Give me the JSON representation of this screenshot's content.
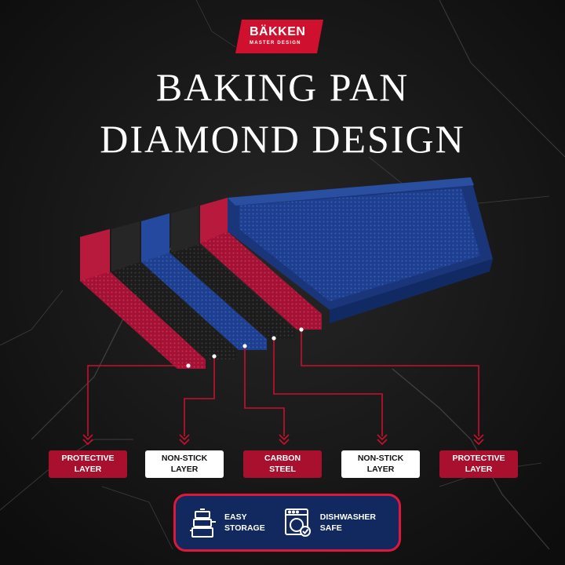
{
  "brand": {
    "name": "BÄKKEN",
    "tagline": "MASTER DESIGN"
  },
  "title": {
    "line1": "BAKING PAN",
    "line2": "DIAMOND DESIGN"
  },
  "layers": [
    {
      "label": "PROTECTIVE\nLAYER",
      "style": "red"
    },
    {
      "label": "NON-STICK\nLAYER",
      "style": "white"
    },
    {
      "label": "CARBON\nSTEEL",
      "style": "red"
    },
    {
      "label": "NON-STICK\nLAYER",
      "style": "white"
    },
    {
      "label": "PROTECTIVE\nLAYER",
      "style": "red"
    }
  ],
  "features": [
    {
      "label": "EASY\nSTORAGE",
      "icon": "stacked-pots-icon"
    },
    {
      "label": "DISHWASHER\nSAFE",
      "icon": "dishwasher-icon"
    }
  ],
  "colors": {
    "background": "#141414",
    "brand_red": "#a8102e",
    "pan_blue": "#1e3f8f",
    "pan_black": "#1c1c1c",
    "pan_red": "#a31234",
    "feature_box": "#12295f",
    "feature_border": "#e0173a"
  }
}
